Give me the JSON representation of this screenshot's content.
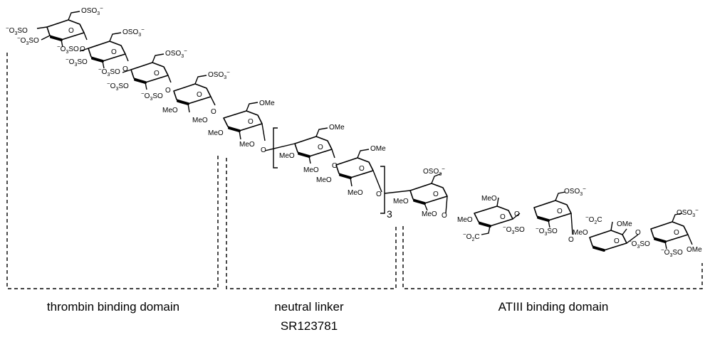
{
  "domains": {
    "thrombin": "thrombin binding domain",
    "linker": "neutral linker",
    "atiii": "ATIII binding domain"
  },
  "compound_name": "SR123781",
  "repeat_subscript": "3",
  "atom_labels": {
    "oso3": "OSO",
    "o3so": "O",
    "o": "O",
    "ome": "OMe",
    "meo": "MeO",
    "o2c": "O",
    "me": "Me"
  }
}
